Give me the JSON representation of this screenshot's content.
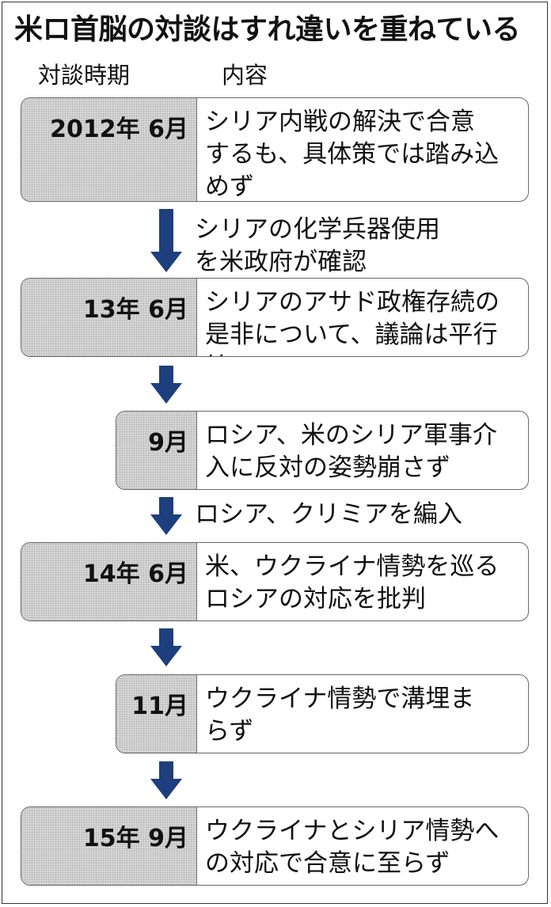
{
  "title": "米ロ首脳の対談はすれ違いを重ねている",
  "headers": {
    "time": "対談時期",
    "content": "内容"
  },
  "timeline": [
    {
      "date": "2012年 6月",
      "text": "シリア内戦の解決で合意\nするも、具体策では踏み込\nめず"
    },
    {
      "date": "13年 6月",
      "text": "シリアのアサド政権存続の\n是非について、議論は平行線"
    },
    {
      "date": "9月",
      "text": "ロシア、米のシリア軍事介\n入に反対の姿勢崩さず"
    },
    {
      "date": "14年 6月",
      "text": "米、ウクライナ情勢を巡る\nロシアの対応を批判"
    },
    {
      "date": "11月",
      "text": "ウクライナ情勢で溝埋ま\nらず"
    },
    {
      "date": "15年 9月",
      "text": "ウクライナとシリア情勢へ\nの対応で合意に至らず"
    }
  ],
  "events": [
    {
      "text": "シリアの化学兵器使用\nを米政府が確認"
    },
    {
      "text": "ロシア、クリミアを編入"
    }
  ],
  "colors": {
    "arrow": "#1d3f7d",
    "date_fill": "#dadada",
    "border": "#666666"
  }
}
